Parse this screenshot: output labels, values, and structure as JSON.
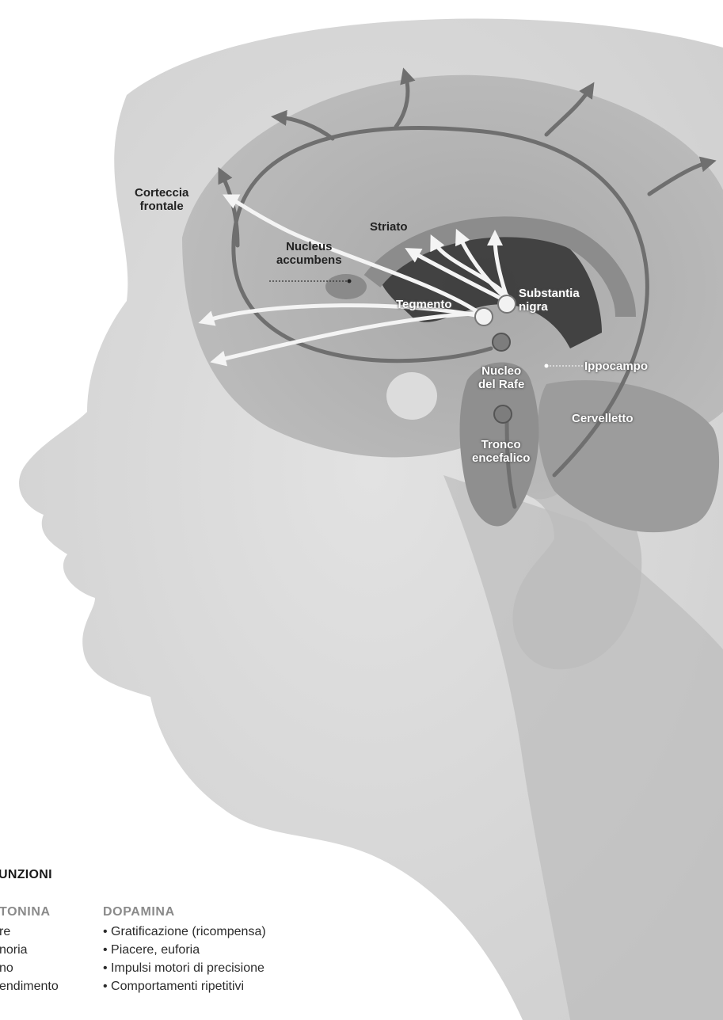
{
  "labels": {
    "corteccia_frontale": [
      "Corteccia",
      "frontale"
    ],
    "nucleus_accumbens": [
      "Nucleus",
      "accumbens"
    ],
    "striato": "Striato",
    "substantia_nigra": [
      "Substantia",
      "nigra"
    ],
    "tegmento": "Tegmento",
    "ippocampo": "Ippocampo",
    "nucleo_rafe": [
      "Nucleo",
      "del Rafe"
    ],
    "cervelletto": "Cervelletto",
    "tronco_encefalico": [
      "Tronco",
      "encefalico"
    ]
  },
  "legend": {
    "title": "UNZIONI",
    "serotonina": {
      "heading": "TONINA",
      "items": [
        "re",
        "noria",
        "no",
        "endimento"
      ]
    },
    "dopamina": {
      "heading": "DOPAMINA",
      "items": [
        "• Gratificazione (ricompensa)",
        "• Piacere, euforia",
        "• Impulsi motori di precisione",
        "• Comportamenti ripetitivi"
      ]
    }
  },
  "colors": {
    "serotonin_path": "#6f6f6f",
    "dopamine_path": "#f4f4f4",
    "dopamine_heading": "#8a8a8a",
    "serotonin_heading": "#8a8a8a"
  }
}
